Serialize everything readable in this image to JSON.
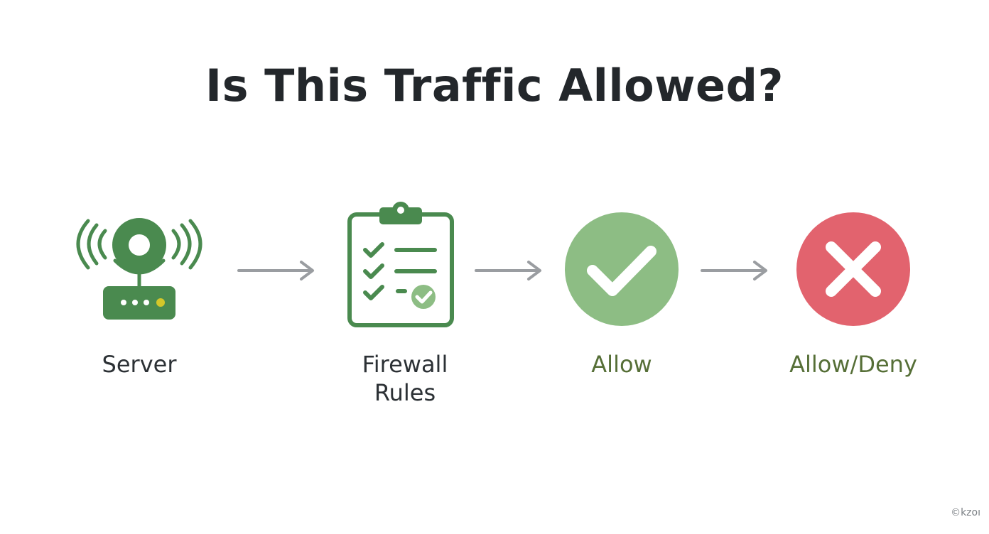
{
  "title": "Is This Traffic Allowed?",
  "steps": [
    {
      "label": "Server",
      "icon": "router-icon"
    },
    {
      "label_lines": [
        "Firewall",
        "Rules"
      ],
      "icon": "clipboard-checklist-icon"
    },
    {
      "label": "Allow",
      "icon": "check-circle-icon"
    },
    {
      "label": "Allow/Deny",
      "icon": "x-circle-icon"
    }
  ],
  "watermark": "©kzoı",
  "colors": {
    "title": "#23272b",
    "label_dark": "#2c3135",
    "label_green": "#566f37",
    "router_green": "#4a8a4f",
    "router_light": "#d4c72a",
    "clipboard_green": "#4a8a4f",
    "allow_circle": "#8dbd84",
    "deny_circle": "#e2636e",
    "arrow": "#9a9da1"
  }
}
